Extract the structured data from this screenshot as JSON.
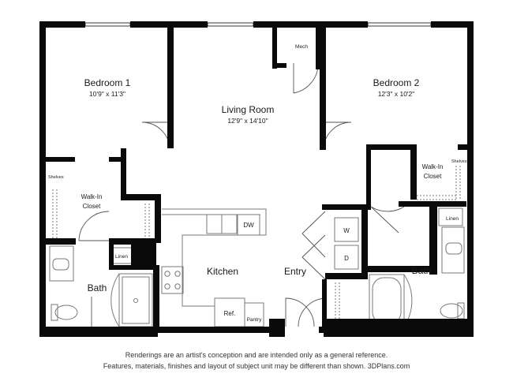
{
  "rooms": {
    "bedroom1": {
      "name": "Bedroom 1",
      "dims": "10'9\" x 11'3\""
    },
    "bedroom2": {
      "name": "Bedroom 2",
      "dims": "12'3\" x 10'2\""
    },
    "living": {
      "name": "Living Room",
      "dims": "12'9\" x 14'10\""
    },
    "kitchen": {
      "name": "Kitchen"
    },
    "entry": {
      "name": "Entry"
    },
    "bath1": {
      "name": "Bath"
    },
    "bath2": {
      "name": "Bath"
    },
    "closet1": {
      "line1": "Walk-In",
      "line2": "Closet"
    },
    "closet2": {
      "line1": "Walk-In",
      "line2": "Closet"
    }
  },
  "fixtures": {
    "mech": "Mech",
    "dw": "DW",
    "washer": "W",
    "dryer": "D",
    "ref": "Ref.",
    "pantry": "Pantry",
    "linen_left": "Linen",
    "linen_right": "Linen",
    "shelves_left": "Shelves",
    "shelves_right": "Shelves"
  },
  "disclaimer": {
    "line1": "Renderings are an artist's conception and are intended only as a general reference.",
    "line2": "Features, materials, finishes and layout of subject unit may be different than shown. 3DPlans.com"
  },
  "colors": {
    "wall": "#0a0a0a",
    "fixture": "#7a7a7a",
    "background": "#ffffff"
  }
}
